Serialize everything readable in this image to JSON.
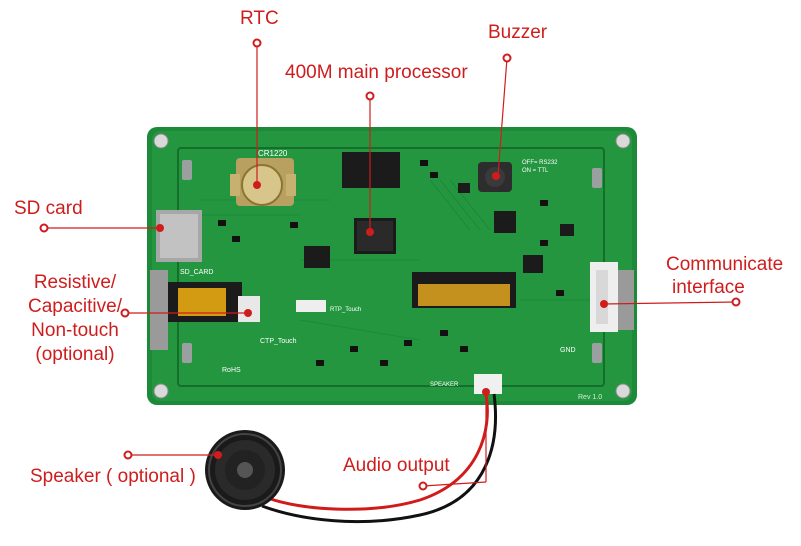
{
  "labels": {
    "rtc": "RTC",
    "processor": "400M main processor",
    "buzzer": "Buzzer",
    "sd_card": "SD card",
    "touch_line1": "Resistive/",
    "touch_line2": "Capacitive/",
    "touch_line3": "Non-touch",
    "touch_line4": "(optional)",
    "communicate_line1": "Communicate",
    "communicate_line2": "interface",
    "audio_output": "Audio output",
    "speaker": "Speaker ( optional )"
  },
  "silkscreen": {
    "battery": "CR1220",
    "sd": "SD_CARD",
    "ctp": "CTP_Touch",
    "rtp": "RTP_Touch",
    "speaker": "SPEAKER",
    "uart_a": "OFF= RS232",
    "uart_b": "ON = TTL",
    "rev": "Rev 1.0",
    "gnd": "GND",
    "rohs": "RoHS"
  },
  "colors": {
    "label": "#cf1d1d",
    "pcb": "#1f8f3c",
    "pcb_dark": "#137a2c",
    "wire_red": "#d11b1b",
    "wire_black": "#111111"
  }
}
